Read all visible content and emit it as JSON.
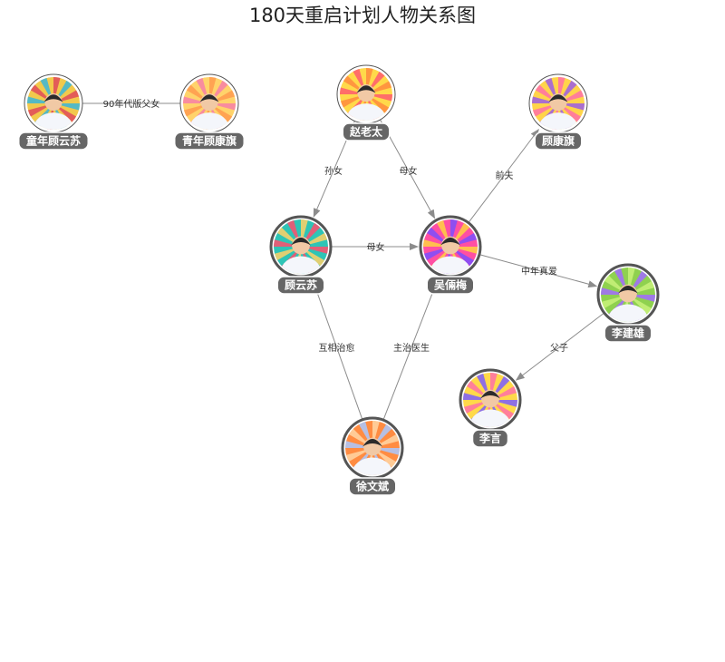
{
  "title": "180天重启计划人物关系图",
  "nodes": [
    {
      "id": "tongnian",
      "name": "童年顾云苏",
      "avatar_colors": [
        "#f2c94c",
        "#3bb6d9",
        "#e04a5a"
      ]
    },
    {
      "id": "qingnian",
      "name": "青年顾康旗",
      "avatar_colors": [
        "#ffd36b",
        "#f77fa8",
        "#ff9a4d"
      ]
    },
    {
      "id": "zhao",
      "name": "赵老太",
      "avatar_colors": [
        "#ffd94a",
        "#ff5a6e",
        "#ff8a3d"
      ]
    },
    {
      "id": "gukang",
      "name": "顾康旗",
      "avatar_colors": [
        "#ffd44a",
        "#9b5de5",
        "#ff6fa8"
      ]
    },
    {
      "id": "guyun",
      "name": "顾云苏",
      "avatar_colors": [
        "#2ec4b6",
        "#ff4d6d",
        "#ffd166"
      ]
    },
    {
      "id": "wu",
      "name": "吴倆梅",
      "avatar_colors": [
        "#ff4fa3",
        "#ffd23f",
        "#7b4dff"
      ]
    },
    {
      "id": "lijian",
      "name": "李建雄",
      "avatar_colors": [
        "#8fd14f",
        "#a26bff",
        "#c9f27a"
      ]
    },
    {
      "id": "liyan",
      "name": "李言",
      "avatar_colors": [
        "#ffd94a",
        "#7a5cff",
        "#ff6fa8"
      ]
    },
    {
      "id": "xu",
      "name": "徐文斌",
      "avatar_colors": [
        "#ff8c42",
        "#a9c8ff",
        "#ffd6a5"
      ]
    }
  ],
  "edges": [
    {
      "source": "tongnian",
      "target": "qingnian",
      "label": "90年代版父女",
      "arrow": false
    },
    {
      "source": "zhao",
      "target": "guyun",
      "label": "孙女",
      "arrow": true
    },
    {
      "source": "zhao",
      "target": "wu",
      "label": "母女",
      "arrow": true
    },
    {
      "source": "wu",
      "target": "gukang",
      "label": "前夫",
      "arrow": true
    },
    {
      "source": "guyun",
      "target": "wu",
      "label": "母女",
      "arrow": true
    },
    {
      "source": "wu",
      "target": "lijian",
      "label": "中年真爱",
      "arrow": true
    },
    {
      "source": "lijian",
      "target": "liyan",
      "label": "父子",
      "arrow": true
    },
    {
      "source": "xu",
      "target": "guyun",
      "label": "互相治愈",
      "arrow": true
    },
    {
      "source": "xu",
      "target": "wu",
      "label": "主治医生",
      "arrow": true
    }
  ]
}
